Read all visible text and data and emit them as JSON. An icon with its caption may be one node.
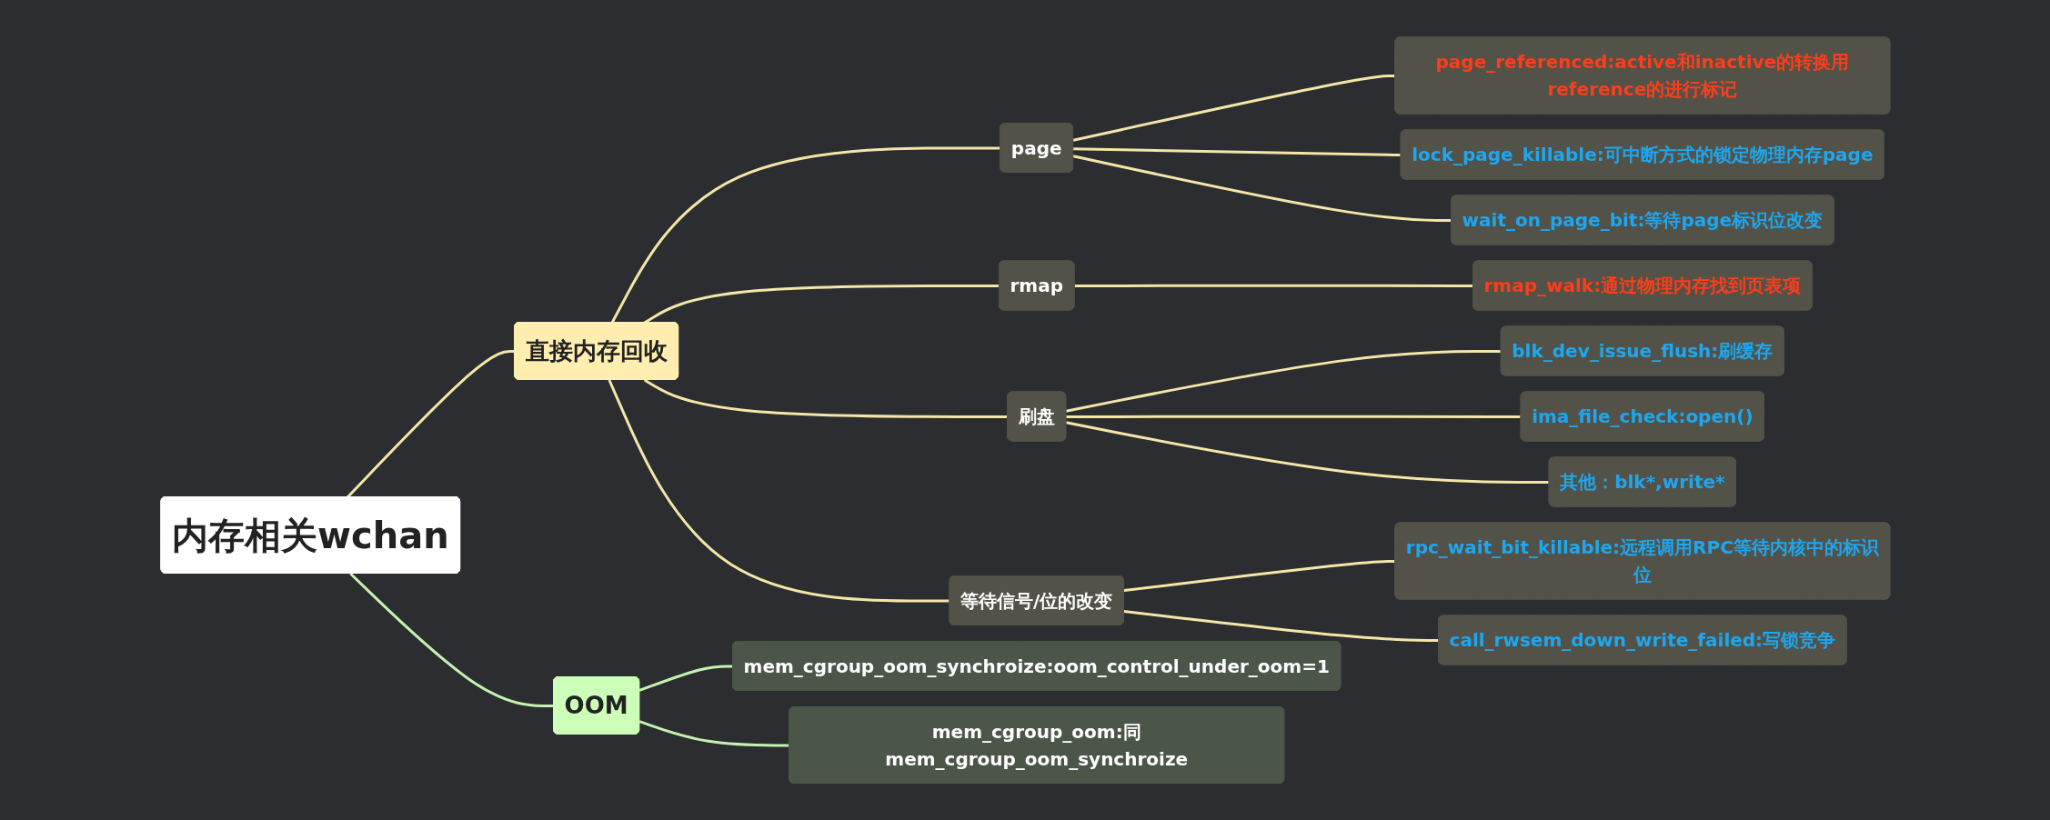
{
  "diagram": {
    "nodes": [
      {
        "text": [
          "内存相关wchan"
        ]
      },
      {
        "text": [
          "直接内存回收"
        ]
      },
      {
        "text": [
          "page"
        ]
      },
      {
        "text": [
          "page_referenced:active和inactive的转换用reference的进行标记"
        ]
      },
      {
        "text": [
          "lock_page_killable:可中断方式的锁定物理内存page"
        ]
      },
      {
        "text": [
          "wait_on_page_bit:等待page标识位改变"
        ]
      },
      {
        "text": [
          "rmap"
        ]
      },
      {
        "text": [
          "rmap_walk:通过物理内存找到页表项"
        ]
      },
      {
        "text": [
          "刷盘"
        ]
      },
      {
        "text": [
          "blk_dev_issue_flush:刷缓存"
        ]
      },
      {
        "text": [
          "ima_file_check:open()"
        ]
      },
      {
        "text": [
          "其他：blk*,write*"
        ]
      },
      {
        "text": [
          "等待信号/位的改变"
        ]
      },
      {
        "text": [
          "rpc_wait_bit_killable:远程调用RPC等待内核中的标识位"
        ]
      },
      {
        "text": [
          "call_rwsem_down_write_failed:写锁竞争"
        ]
      },
      {
        "text": [
          "OOM"
        ]
      },
      {
        "text": [
          "mem_cgroup_oom_synchroize:oom_control_under_oom=1"
        ]
      },
      {
        "text": [
          "mem_cgroup_oom:同mem_cgroup_oom_synchroize"
        ]
      }
    ],
    "edges": [
      {
        "from": 0,
        "to": 1,
        "arrow": "none"
      },
      {
        "from": 1,
        "to": 2,
        "arrow": "none"
      },
      {
        "from": 2,
        "to": 3,
        "arrow": "none"
      },
      {
        "from": 2,
        "to": 4,
        "arrow": "none"
      },
      {
        "from": 2,
        "to": 5,
        "arrow": "none"
      },
      {
        "from": 1,
        "to": 6,
        "arrow": "none"
      },
      {
        "from": 6,
        "to": 7,
        "arrow": "none"
      },
      {
        "from": 1,
        "to": 8,
        "arrow": "none"
      },
      {
        "from": 8,
        "to": 9,
        "arrow": "none"
      },
      {
        "from": 8,
        "to": 10,
        "arrow": "none"
      },
      {
        "from": 8,
        "to": 11,
        "arrow": "none"
      },
      {
        "from": 1,
        "to": 12,
        "arrow": "none"
      },
      {
        "from": 12,
        "to": 13,
        "arrow": "none"
      },
      {
        "from": 12,
        "to": 14,
        "arrow": "none"
      },
      {
        "from": 0,
        "to": 15,
        "arrow": "none",
        "color": "#c6f2b0"
      },
      {
        "from": 15,
        "to": 16,
        "arrow": "none",
        "color": "#c6f2b0"
      },
      {
        "from": 15,
        "to": 17,
        "arrow": "none",
        "color": "#c6f2b0"
      }
    ]
  }
}
